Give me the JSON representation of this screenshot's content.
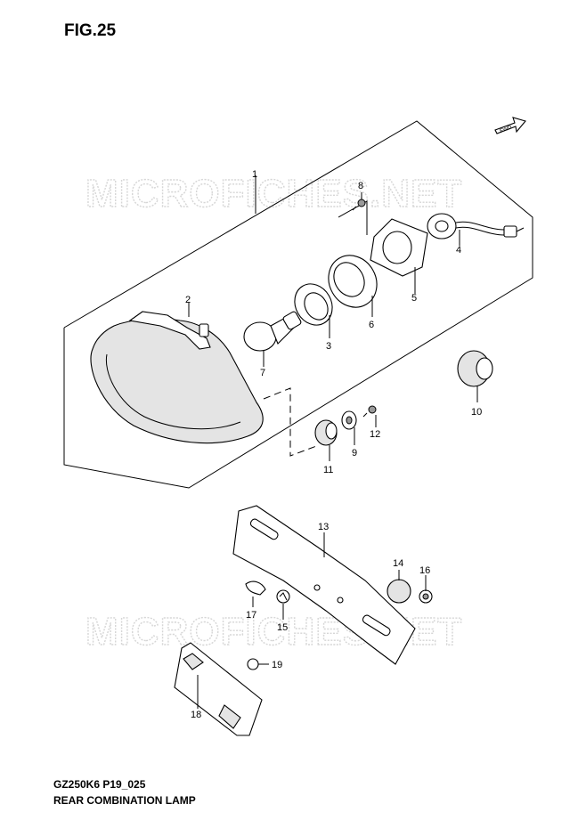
{
  "figure": {
    "title": "FIG.25"
  },
  "footer": {
    "code": "GZ250K6 P19_025",
    "name": "REAR COMBINATION LAMP"
  },
  "watermark": {
    "text": "MICROFICHES.NET"
  },
  "fwd_label": "FWD",
  "parts": [
    {
      "id": "1"
    },
    {
      "id": "2"
    },
    {
      "id": "3"
    },
    {
      "id": "4"
    },
    {
      "id": "5"
    },
    {
      "id": "6"
    },
    {
      "id": "7"
    },
    {
      "id": "8"
    },
    {
      "id": "9"
    },
    {
      "id": "10"
    },
    {
      "id": "11"
    },
    {
      "id": "12"
    },
    {
      "id": "13"
    },
    {
      "id": "14"
    },
    {
      "id": "15"
    },
    {
      "id": "16"
    },
    {
      "id": "17"
    },
    {
      "id": "18"
    },
    {
      "id": "19"
    }
  ],
  "colors": {
    "ink": "#000000",
    "watermark": "#d6d6d6",
    "shade": "#e4e4e4"
  }
}
